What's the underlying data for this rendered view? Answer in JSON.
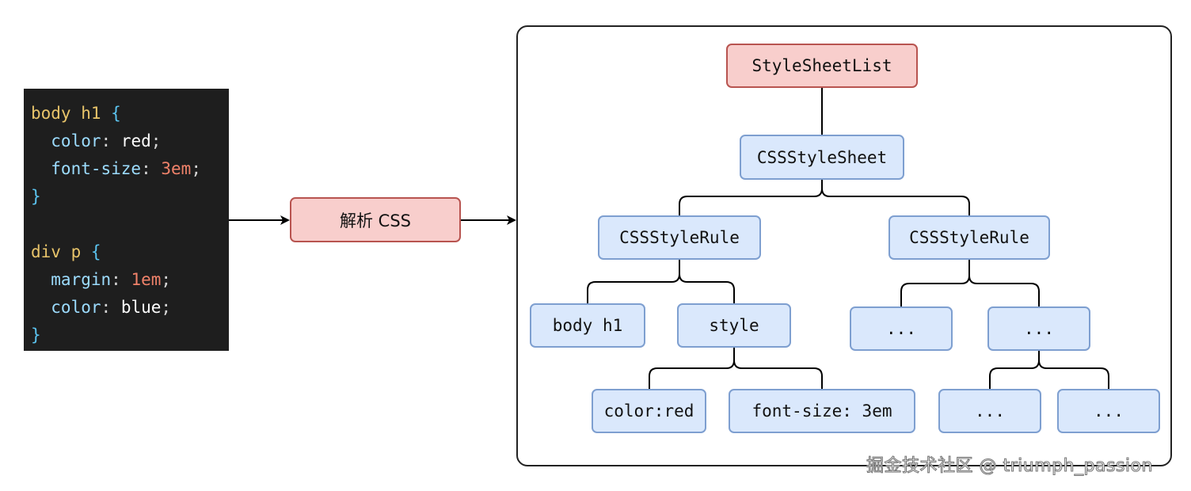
{
  "code_block": {
    "lines": [
      [
        {
          "t": "body h1",
          "c": "sel"
        },
        {
          "t": " ",
          "c": "punc"
        },
        {
          "t": "{",
          "c": "brace"
        }
      ],
      [
        {
          "t": "  color",
          "c": "prop"
        },
        {
          "t": ": ",
          "c": "punc"
        },
        {
          "t": "red",
          "c": "val"
        },
        {
          "t": ";",
          "c": "punc"
        }
      ],
      [
        {
          "t": "  font-size",
          "c": "prop"
        },
        {
          "t": ": ",
          "c": "punc"
        },
        {
          "t": "3em",
          "c": "num"
        },
        {
          "t": ";",
          "c": "punc"
        }
      ],
      [
        {
          "t": "}",
          "c": "brace"
        }
      ],
      [
        {
          "t": "",
          "c": "punc"
        }
      ],
      [
        {
          "t": "div p",
          "c": "sel"
        },
        {
          "t": " ",
          "c": "punc"
        },
        {
          "t": "{",
          "c": "brace"
        }
      ],
      [
        {
          "t": "  margin",
          "c": "prop"
        },
        {
          "t": ": ",
          "c": "punc"
        },
        {
          "t": "1em",
          "c": "num"
        },
        {
          "t": ";",
          "c": "punc"
        }
      ],
      [
        {
          "t": "  color",
          "c": "prop"
        },
        {
          "t": ": ",
          "c": "punc"
        },
        {
          "t": "blue",
          "c": "val"
        },
        {
          "t": ";",
          "c": "punc"
        }
      ],
      [
        {
          "t": "}",
          "c": "brace"
        }
      ]
    ]
  },
  "parse_step": {
    "label": "解析 CSS"
  },
  "tree": {
    "root": "StyleSheetList",
    "sheet": "CSSStyleSheet",
    "rule_left": "CSSStyleRule",
    "rule_right": "CSSStyleRule",
    "selector": "body h1",
    "style": "style",
    "decl_color": "color:red",
    "decl_font_size": "font-size: 3em",
    "ellipsis": "..."
  },
  "colors": {
    "node_fill": "#dae8fc",
    "node_border": "#7e9fd0",
    "highlight_fill": "#f8cecc",
    "highlight_border": "#b85450",
    "code_bg": "#1e1e1e"
  },
  "watermark": "掘金技术社区 @ triumph_passion"
}
